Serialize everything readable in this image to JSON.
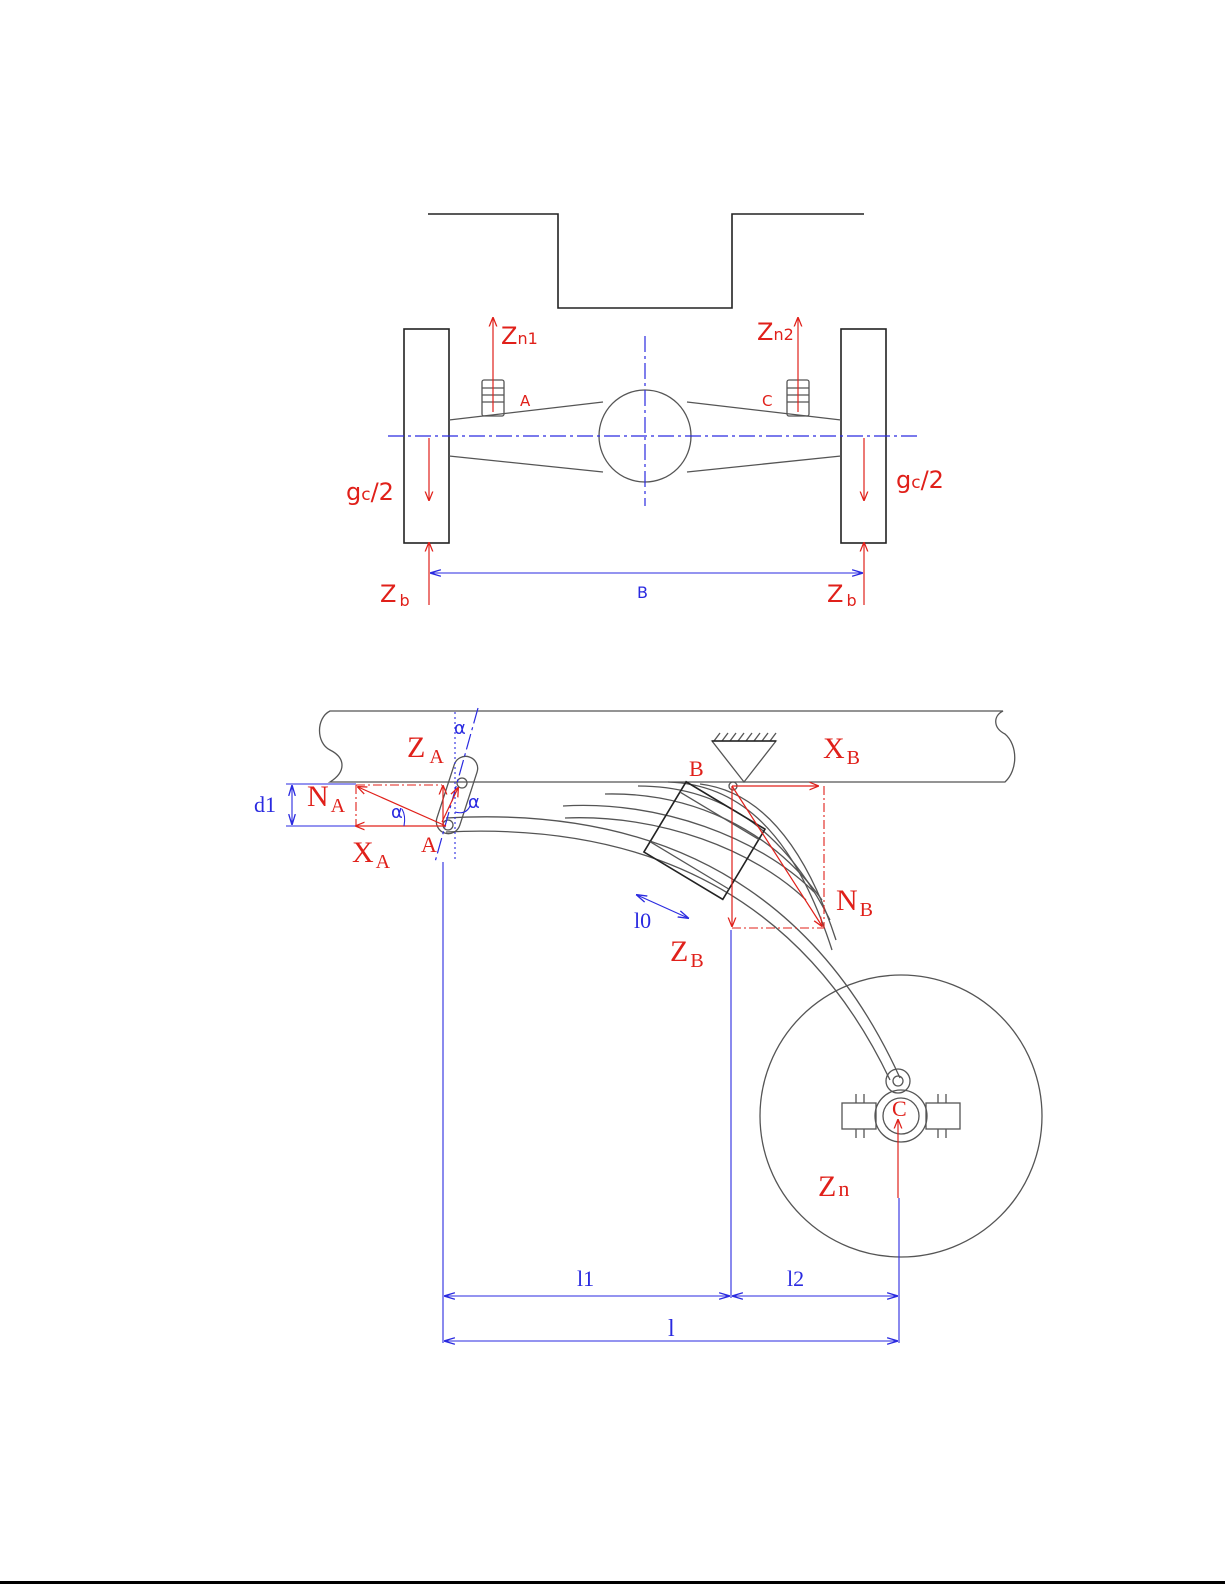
{
  "colors": {
    "force": "#e0201a",
    "dimension": "#2a2ae0",
    "outline": "#555555"
  },
  "rear_view": {
    "labels": {
      "zn1_base": "Z",
      "zn1_sub": "n1",
      "zn2_base": "Z",
      "zn2_sub": "n2",
      "gc_left_base": "g",
      "gc_left_sub": "c",
      "gc_left_tail": "/2",
      "gc_right_base": "g",
      "gc_right_sub": "c",
      "gc_right_tail": "/2",
      "point_a": "A",
      "point_c": "C",
      "zb_left_base": "Z",
      "zb_left_sub": "b",
      "zb_right_base": "Z",
      "zb_right_sub": "b",
      "track_width": "B"
    }
  },
  "side_view": {
    "labels": {
      "za_base": "Z",
      "za_sub": "A",
      "na_base": "N",
      "na_sub": "A",
      "xa_base": "X",
      "xa_sub": "A",
      "xb_base": "X",
      "xb_sub": "B",
      "nb_base": "N",
      "nb_sub": "B",
      "zb_base": "Z",
      "zb_sub": "B",
      "zn_base": "Z",
      "zn_sub": "n",
      "point_a": "A",
      "point_b": "B",
      "point_c": "C",
      "angle_top": "α",
      "angle_shackle": "α",
      "angle_na": "α",
      "d1": "d1",
      "l0": "l0",
      "l1": "l1",
      "l2": "l2",
      "l": "l"
    }
  }
}
